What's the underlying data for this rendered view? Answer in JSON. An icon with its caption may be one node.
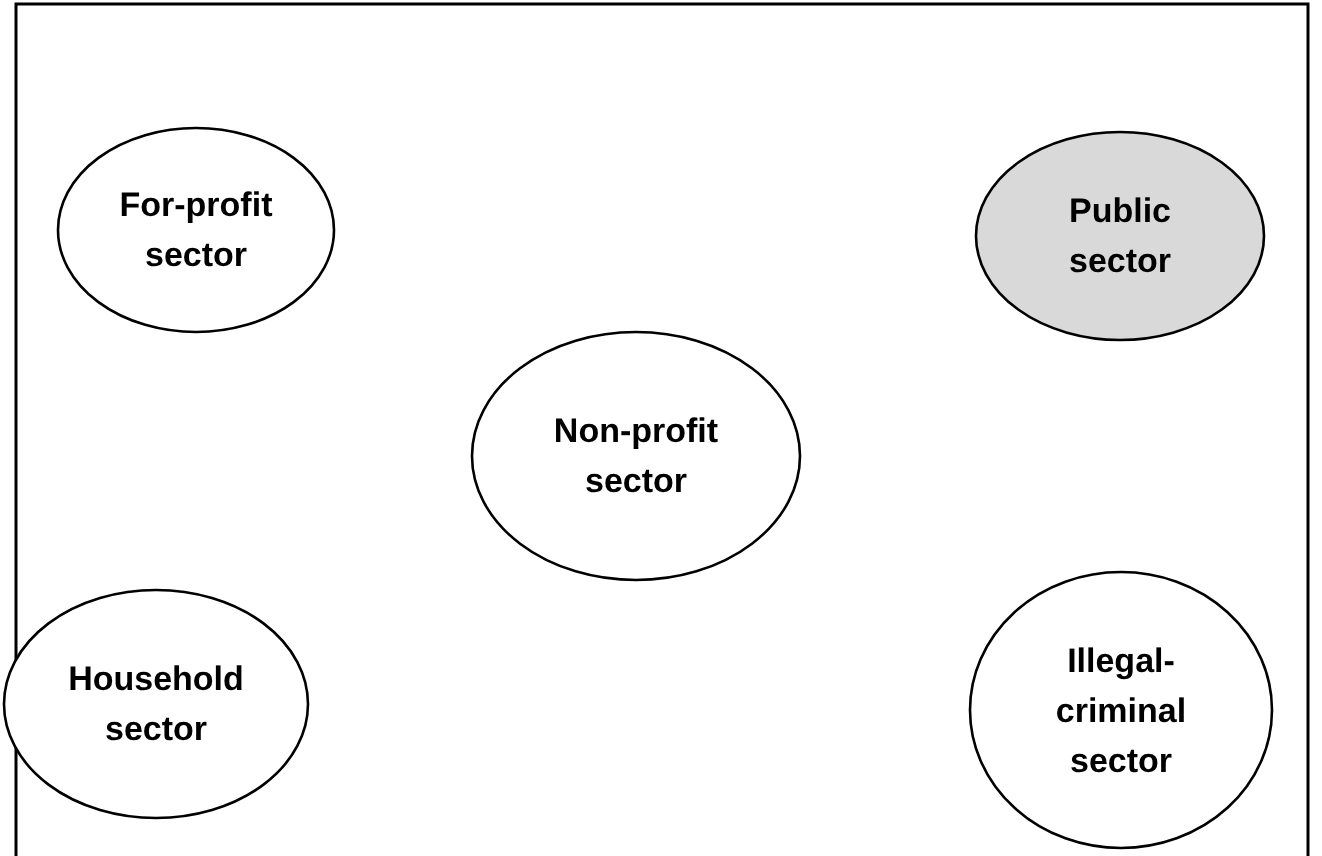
{
  "diagram": {
    "nodes": [
      {
        "text": [
          "For-profit sector"
        ]
      },
      {
        "text": [
          "Public sector"
        ]
      },
      {
        "text": [
          "Non-profit sector"
        ]
      },
      {
        "text": [
          "Household sector"
        ]
      },
      {
        "text": [
          "Illegal-criminal sector"
        ]
      }
    ]
  }
}
